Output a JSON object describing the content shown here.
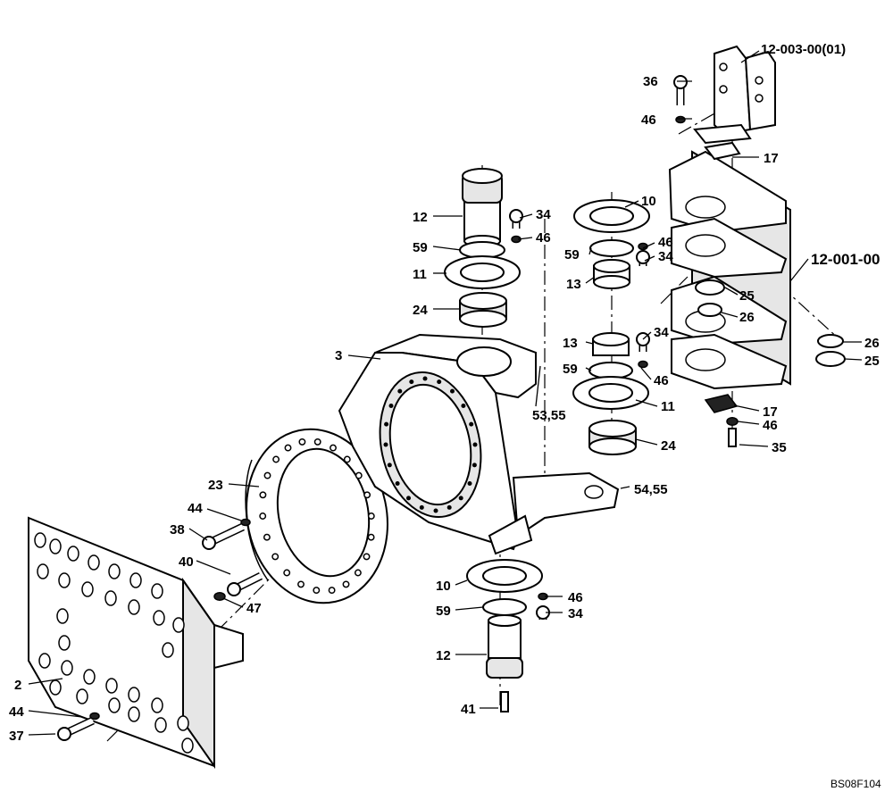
{
  "labels": {
    "l_12003": "12-003-00(01)",
    "l_36": "36",
    "l_46a": "46",
    "l_17a": "17",
    "l_12001": "12-001-00",
    "l_12a": "12",
    "l_34a": "34",
    "l_46b": "46",
    "l_59a": "59",
    "l_11a": "11",
    "l_24a": "24",
    "l_10a": "10",
    "l_59b": "59",
    "l_46c": "46",
    "l_34b": "34",
    "l_13a": "13",
    "l_25a": "25",
    "l_26a": "26",
    "l_13b": "13",
    "l_34c": "34",
    "l_59c": "59",
    "l_46d": "46",
    "l_11b": "11",
    "l_24b": "24",
    "l_26b": "26",
    "l_25b": "25",
    "l_17b": "17",
    "l_46e": "46",
    "l_35": "35",
    "l_3": "3",
    "l_5355": "53,55",
    "l_5455": "54,55",
    "l_23": "23",
    "l_44a": "44",
    "l_38": "38",
    "l_40": "40",
    "l_47": "47",
    "l_10b": "10",
    "l_46f": "46",
    "l_59d": "59",
    "l_34d": "34",
    "l_12b": "12",
    "l_41": "41",
    "l_2": "2",
    "l_44b": "44",
    "l_37": "37"
  },
  "drawing_code": "BS08F104"
}
